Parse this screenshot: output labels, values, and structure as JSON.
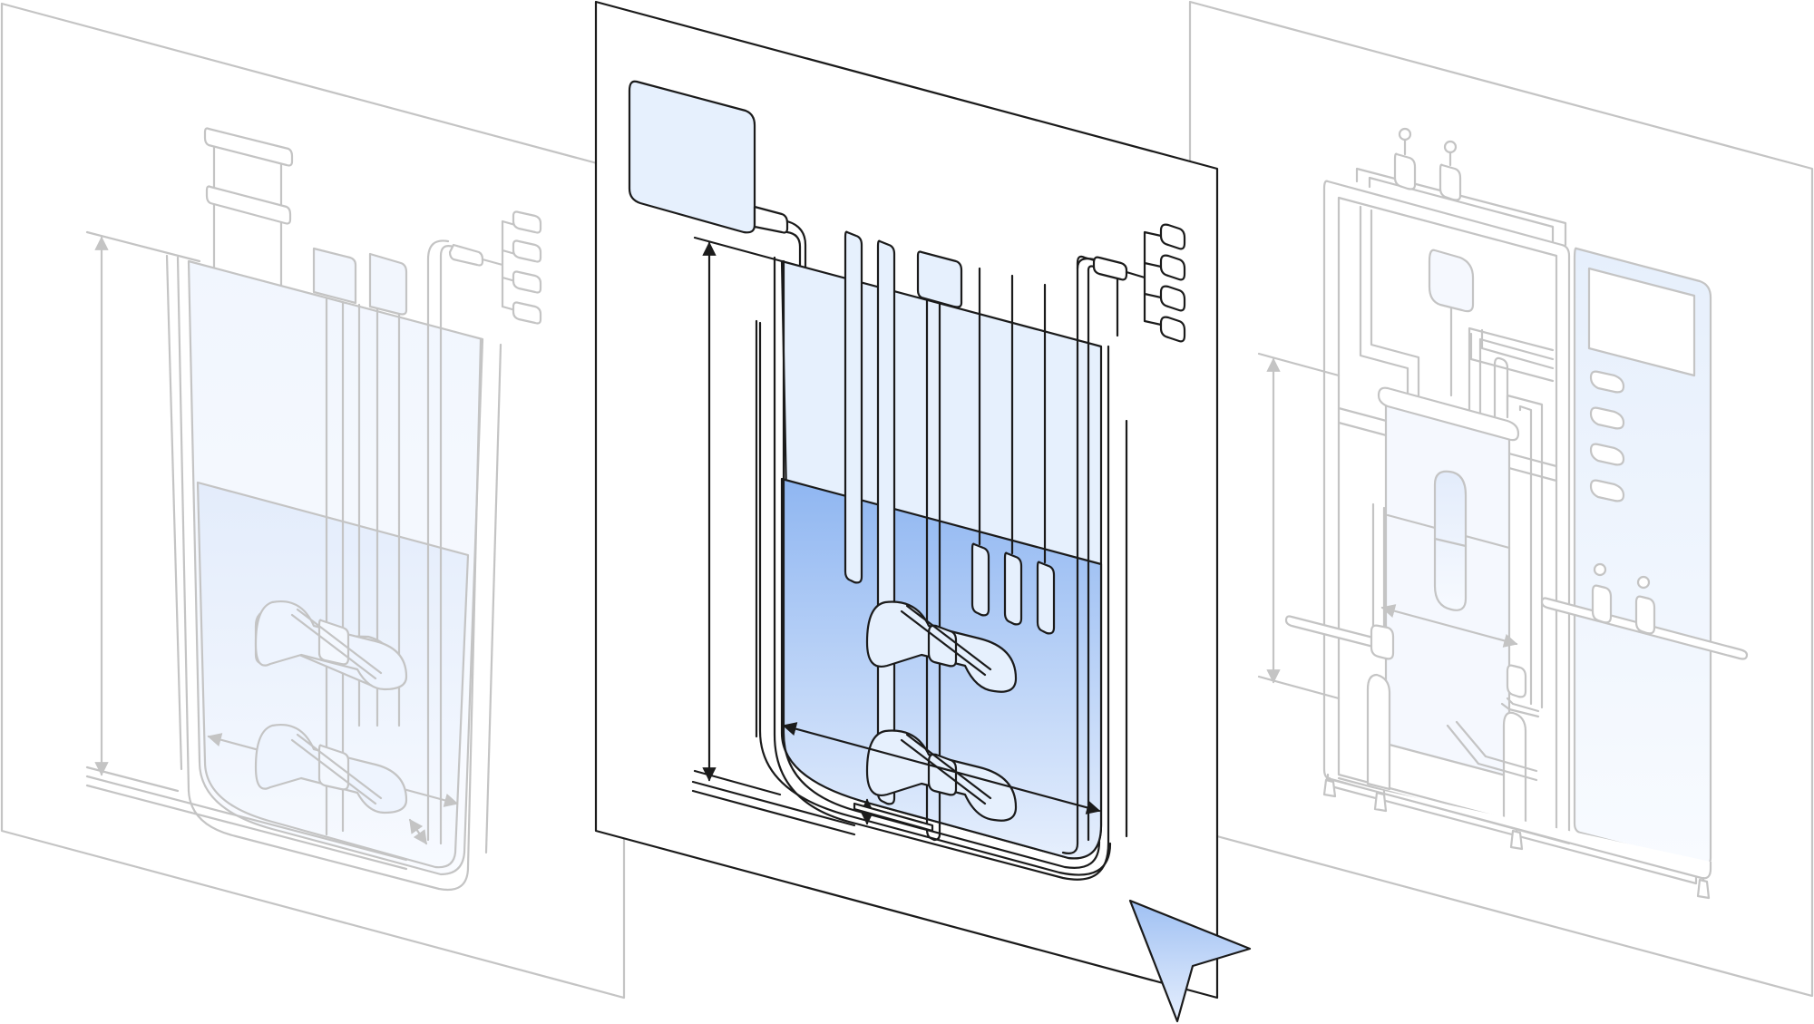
{
  "colors": {
    "faint_stroke": "#c4c4c4",
    "dark_stroke": "#1b1b1b",
    "panel_fill": "#e6f0fd",
    "liquid_top": "#8fb6f1",
    "liquid_bottom": "#e3edfd"
  },
  "panels": [
    {
      "name": "left-bioreactor-layer",
      "state": "faded"
    },
    {
      "name": "center-bioreactor-layer",
      "state": "focused"
    },
    {
      "name": "right-equipment-layer",
      "state": "faded"
    }
  ],
  "icons": {
    "pointer": "cursor-arrow-icon"
  }
}
